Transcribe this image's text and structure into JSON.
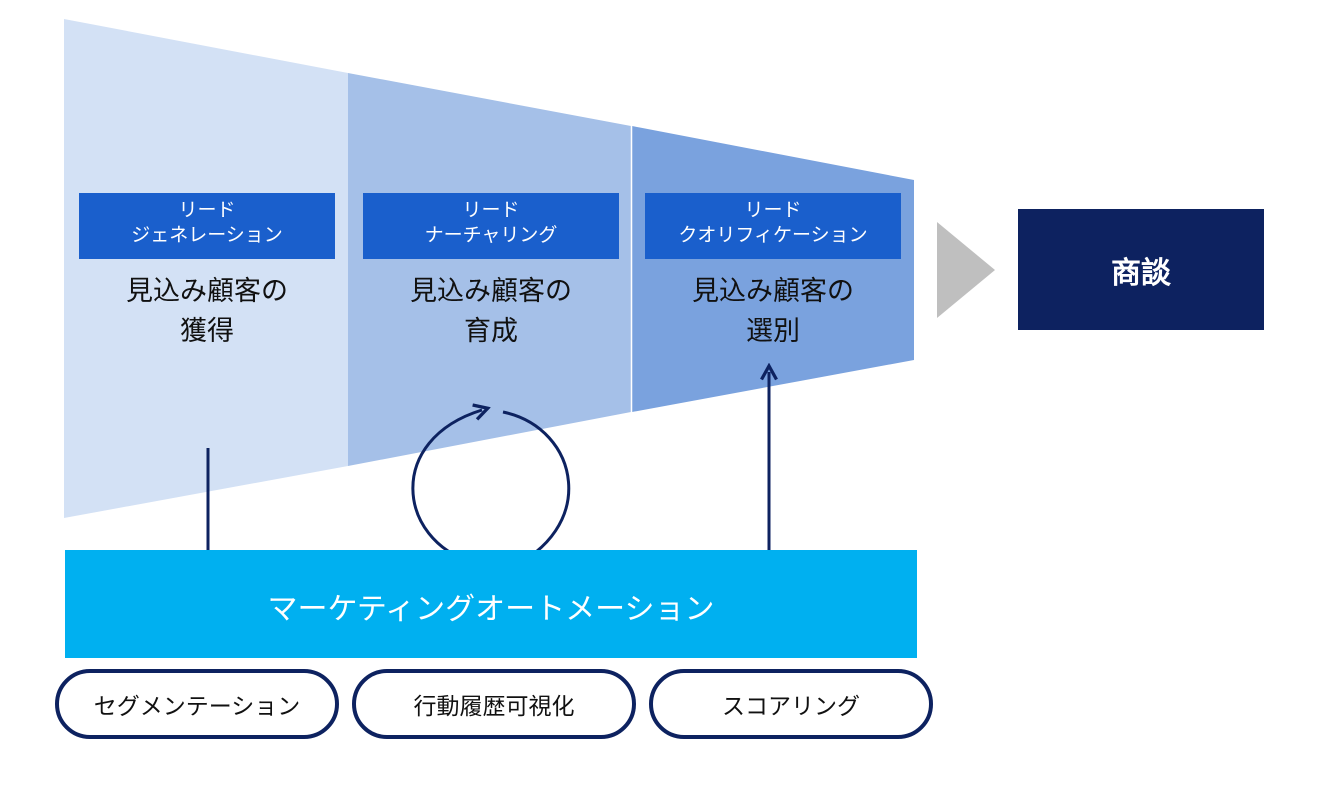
{
  "stages": [
    {
      "tag_line1": "リード",
      "tag_line2": "ジェネレーション",
      "desc_line1": "見込み顧客の",
      "desc_line2": "獲得"
    },
    {
      "tag_line1": "リード",
      "tag_line2": "ナーチャリング",
      "desc_line1": "見込み顧客の",
      "desc_line2": "育成"
    },
    {
      "tag_line1": "リード",
      "tag_line2": "クオリフィケーション",
      "desc_line1": "見込み顧客の",
      "desc_line2": "選別"
    }
  ],
  "deal": {
    "label": "商談"
  },
  "ma_bar": {
    "label": "マーケティングオートメーション"
  },
  "functions": [
    {
      "label": "セグメンテーション"
    },
    {
      "label": "行動履歴可視化"
    },
    {
      "label": "スコアリング"
    }
  ],
  "colors": {
    "stage1_fill": "#d3e1f5",
    "stage2_fill": "#a5c0e8",
    "stage3_fill": "#7aa2de",
    "tag_fill": "#1a5fcc",
    "deal_fill": "#0d2260",
    "ma_fill": "#00b0f0",
    "arrow_gray": "#bfbfbf",
    "navy": "#0d2260"
  }
}
